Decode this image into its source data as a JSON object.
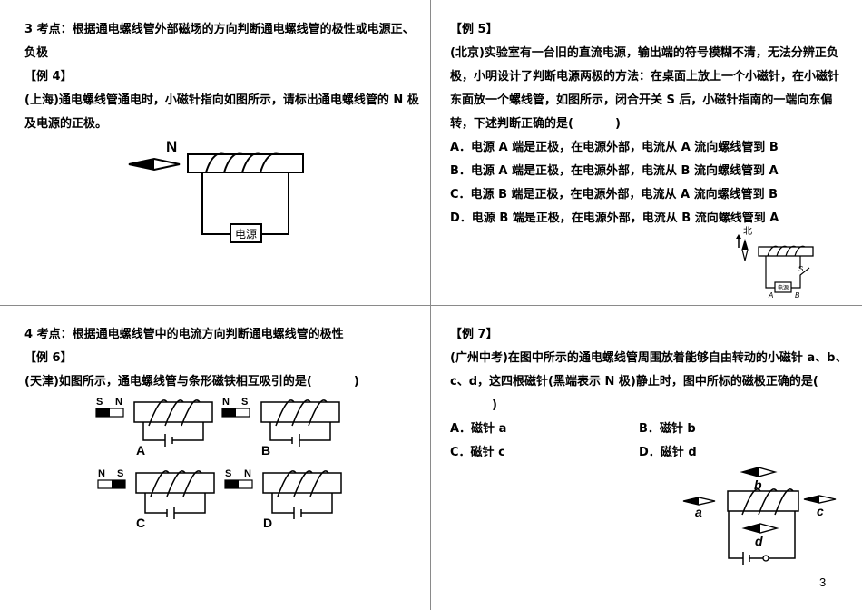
{
  "q1": {
    "heading": "3 考点：根据通电螺线管外部磁场的方向判断通电螺线管的极性或电源正、负极",
    "example": "【例 4】",
    "body": "(上海)通电螺线管通电时，小磁针指向如图所示，请标出通电螺线管的 N 极及电源的正极。",
    "fig_pole": "N",
    "fig_source": "电源"
  },
  "q2": {
    "example": "【例 5】",
    "body": "(北京)实验室有一台旧的直流电源，输出端的符号模糊不清，无法分辨正负极，小明设计了判断电源两极的方法：在桌面上放上一个小磁针，在小磁针东面放一个螺线管，如图所示，闭合开关 S 后，小磁针指南的一端向东偏转，下述判断正确的是(",
    "bracket_close": ")",
    "options": [
      "A．电源 A 端是正极，在电源外部，电流从 A 流向螺线管到 B",
      "B．电源 A 端是正极，在电源外部，电流从 B 流向螺线管到 A",
      "C．电源 B 端是正极，在电源外部，电流从 A 流向螺线管到 B",
      "D．电源 B 端是正极，在电源外部，电流从 B 流向螺线管到 A"
    ],
    "fig_north": "北",
    "fig_switch": "S",
    "fig_source": "电源",
    "fig_a": "A",
    "fig_b": "B"
  },
  "q3": {
    "heading": "4 考点：根据通电螺线管中的电流方向判断通电螺线管的极性",
    "example": "【例 6】",
    "body": "(天津)如图所示，通电螺线管与条形磁铁相互吸引的是(",
    "bracket_close": ")",
    "fig": {
      "a_s": "S",
      "a_n": "N",
      "a_label": "A",
      "b_n": "N",
      "b_s": "S",
      "b_label": "B",
      "c_n": "N",
      "c_s": "S",
      "c_label": "C",
      "d_s": "S",
      "d_n": "N",
      "d_label": "D"
    }
  },
  "q4": {
    "example": "【例 7】",
    "body": "(广州中考)在图中所示的通电螺线管周围放着能够自由转动的小磁针 a、b、c、d，这四根磁针(黑端表示 N 极)静止时，图中所标的磁极正确的是(",
    "bracket_close": ")",
    "options": [
      "A．磁针 a",
      "B．磁针 b",
      "C．磁针 c",
      "D．磁针 d"
    ],
    "fig_a": "a",
    "fig_b": "b",
    "fig_c": "c",
    "fig_d": "d"
  },
  "page_number": "3"
}
